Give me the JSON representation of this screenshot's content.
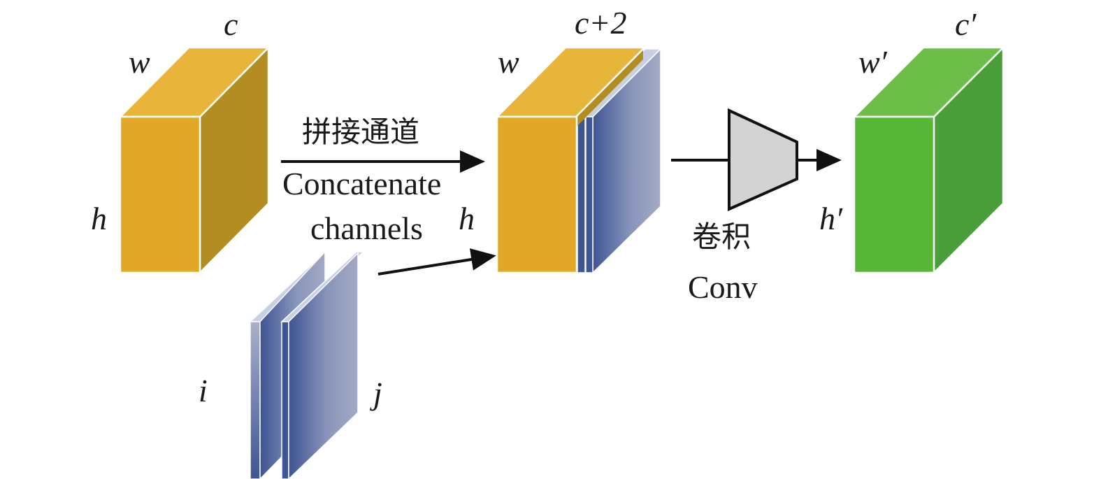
{
  "input_block": {
    "label_w": "w",
    "label_c": "c",
    "label_h": "h",
    "color_front": "#E3A727",
    "color_top": "#E7B53A",
    "color_side": "#B38C22"
  },
  "coordinate_planes": {
    "label_i": "i",
    "label_j": "j",
    "color_light": "#C9D0E3",
    "color_dark": "#3E5593"
  },
  "concat_step": {
    "label_cn": "拼接通道",
    "label_en_line1": "Concatenate",
    "label_en_line2": "channels"
  },
  "concat_block": {
    "label_w": "w",
    "label_c": "c+2",
    "label_h": "h"
  },
  "conv_step": {
    "label_cn": "卷积",
    "label_en": "Conv",
    "color_fill": "#D3D3D3"
  },
  "output_block": {
    "label_w": "w′",
    "label_c": "c′",
    "label_h": "h′",
    "color_front": "#58B737",
    "color_top": "#6CBE49",
    "color_side": "#4A9E3A"
  }
}
